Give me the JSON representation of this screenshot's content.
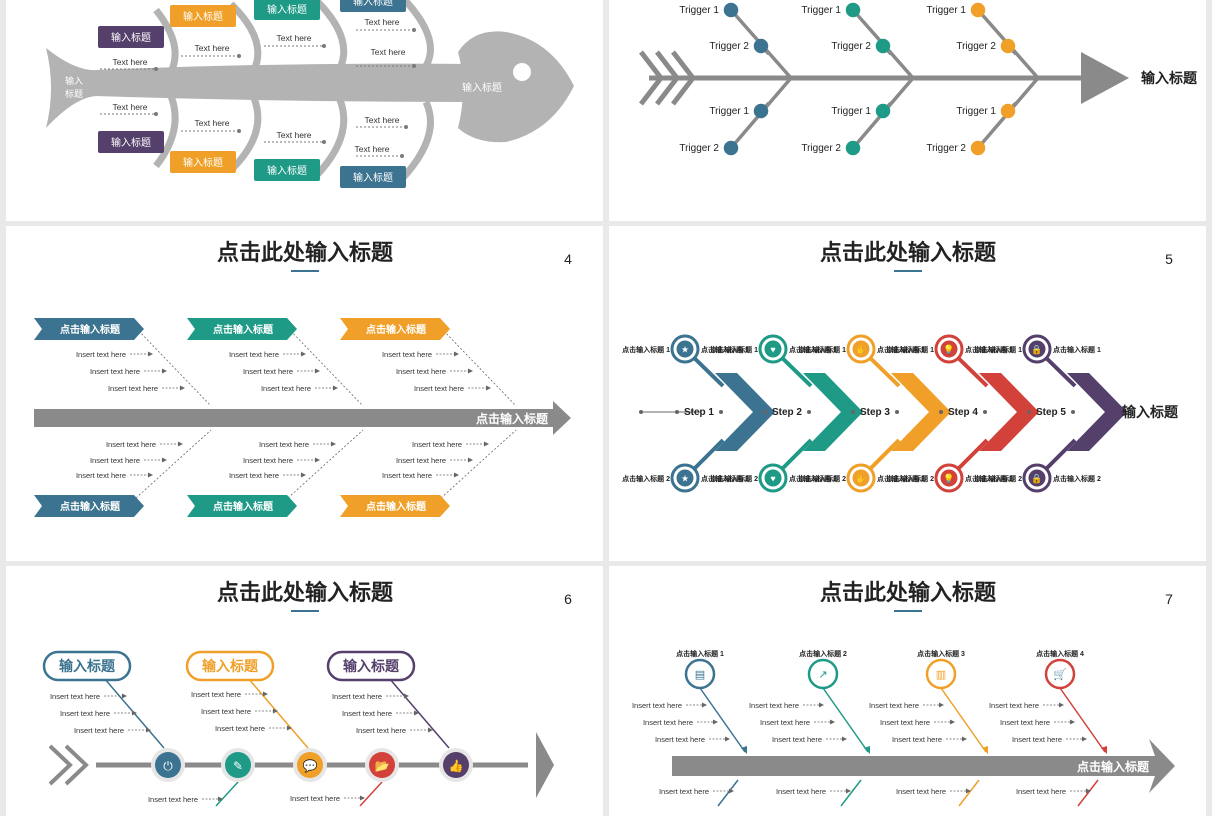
{
  "colors": {
    "purple": "#553f6b",
    "orange": "#f0a028",
    "teal": "#1e9a87",
    "steel": "#3b7390",
    "red": "#d2413a",
    "gray": "#8a8a8a",
    "lightgray": "#b3b3b3"
  },
  "slide1": {
    "tail_label": "输入\n标题",
    "head_label": "输入标题",
    "tags": [
      "输入标题",
      "输入标题",
      "输入标题",
      "输入标题",
      "输入标题",
      "输入标题",
      "输入标题",
      "输入标题"
    ],
    "text_item": "Text here"
  },
  "slide2": {
    "head_label": "输入标题",
    "trigger1": "Trigger 1",
    "trigger2": "Trigger 2"
  },
  "slide4": {
    "title": "点击此处输入标题",
    "page_number": "4",
    "tag_label": "点击输入标题",
    "arrow_label": "点击输入标题",
    "item_label": "Insert text here"
  },
  "slide5": {
    "title": "点击此处输入标题",
    "page_number": "5",
    "label_top": "点击输入标题 1",
    "label_bottom": "点击输入标题 2",
    "steps": [
      "Step 1",
      "Step 2",
      "Step 3",
      "Step 4",
      "Step 5"
    ],
    "head_label": "输入标题",
    "icons": [
      "award-icon",
      "hand-heart-icon",
      "hands-icon",
      "lightbulb-icon",
      "lock-icon"
    ]
  },
  "slide6": {
    "title": "点击此处输入标题",
    "page_number": "6",
    "bubbles": [
      "输入标题",
      "输入标题",
      "输入标题"
    ],
    "item_label": "Insert text here",
    "icons": [
      "power-icon",
      "pencil-icon",
      "chat-icon",
      "folder-icon",
      "thumbs-up-icon"
    ]
  },
  "slide7": {
    "title": "点击此处输入标题",
    "page_number": "7",
    "headers": [
      "点击输入标题 1",
      "点击输入标题 2",
      "点击输入标题 3",
      "点击输入标题 4"
    ],
    "arrow_label": "点击输入标题",
    "item_label": "Insert text here",
    "icons": [
      "document-icon",
      "chart-line-icon",
      "bar-chart-icon",
      "cart-icon"
    ]
  }
}
